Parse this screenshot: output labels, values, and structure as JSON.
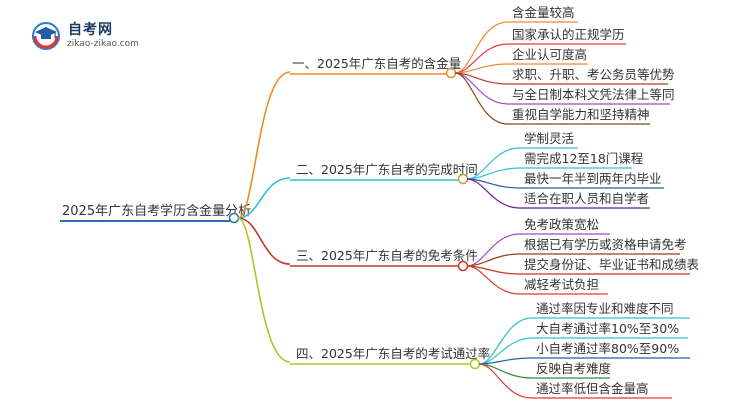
{
  "logo": {
    "title": "自考网",
    "url": "zikao-zikao.com"
  },
  "colors": {
    "b0": "#f08a2a",
    "b1": "#2fc0cf",
    "b2": "#c0392b",
    "b3": "#b5c22a",
    "leafLine": "#a04abf",
    "root": "#2e6db0"
  },
  "root": {
    "label": "2025年广东自考学历含金量分析"
  },
  "branches": [
    {
      "label": "一、2025年广东自考的含金量",
      "leaves": [
        "含金量较高",
        "国家承认的正规学历",
        "企业认可度高",
        "求职、升职、考公务员等优势",
        "与全日制本科文凭法律上等同",
        "重视自学能力和坚持精神"
      ]
    },
    {
      "label": "二、2025年广东自考的完成时间",
      "leaves": [
        "学制灵活",
        "需完成12至18门课程",
        "最快一年半到两年内毕业",
        "适合在职人员和自学者"
      ]
    },
    {
      "label": "三、2025年广东自考的免考条件",
      "leaves": [
        "免考政策宽松",
        "根据已有学历或资格申请免考",
        "提交身份证、毕业证书和成绩表",
        "减轻考试负担"
      ]
    },
    {
      "label": "四、2025年广东自考的考试通过率",
      "leaves": [
        "通过率因专业和难度不同",
        "大自考通过率10%至30%",
        "小自考通过率80%至90%",
        "反映自考难度",
        "通过率低但含金量高"
      ]
    }
  ]
}
